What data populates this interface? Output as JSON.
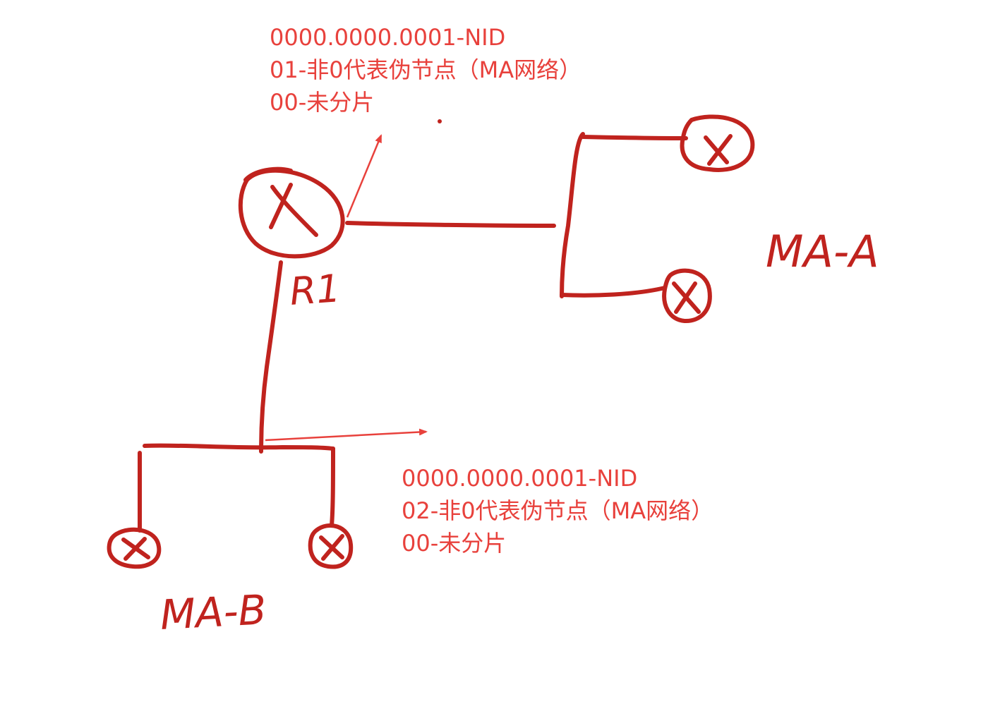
{
  "notes": {
    "top": {
      "line1": "0000.0000.0001-NID",
      "line2": "01-非0代表伪节点（MA网络）",
      "line3": "00-未分片"
    },
    "bottom": {
      "line1": "0000.0000.0001-NID",
      "line2": "02-非0代表伪节点（MA网络）",
      "line3": "00-未分片"
    }
  },
  "labels": {
    "router": "R1",
    "network_a": "MA-A",
    "network_b": "MA-B"
  },
  "colors": {
    "ink": "#c0231e",
    "annotation": "#e8413c",
    "arrow": "#e8413c",
    "background": "#ffffff"
  }
}
